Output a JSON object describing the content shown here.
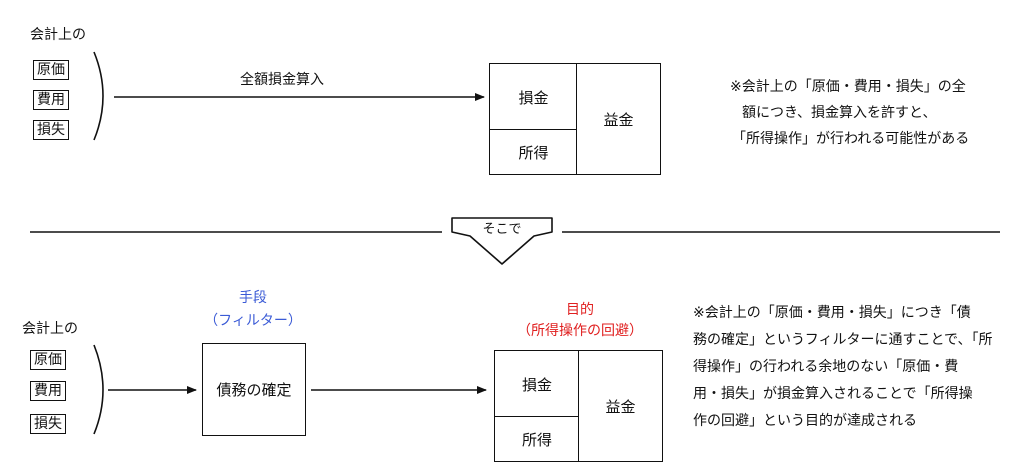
{
  "top": {
    "label": "会計上の",
    "items": [
      "原価",
      "費用",
      "損失"
    ],
    "arrow_label": "全額損金算入",
    "grid": {
      "loss": "損金",
      "income": "所得",
      "profit": "益金"
    },
    "note": [
      "※会計上の「原価・費用・損失」の全",
      "額につき、損金算入を許すと、",
      "「所得操作」が行われる可能性がある"
    ]
  },
  "divider": {
    "label": "そこで"
  },
  "bottom": {
    "label": "会計上の",
    "items": [
      "原価",
      "費用",
      "損失"
    ],
    "means_title": "手段",
    "means_sub": "（フィルター）",
    "filter_box": "債務の確定",
    "goal_title": "目的",
    "goal_sub": "（所得操作の回避）",
    "grid": {
      "loss": "損金",
      "income": "所得",
      "profit": "益金"
    },
    "note": [
      "※会計上の「原価・費用・損失」につき「債",
      "務の確定」というフィルターに通すことで、「所",
      "得操作」の行われる余地のない「原価・費",
      "用・損失」が損金算入されることで「所得操",
      "作の回避」という目的が達成される"
    ]
  },
  "colors": {
    "means": "#3b5bd6",
    "goal": "#e02020",
    "line": "#111111"
  }
}
